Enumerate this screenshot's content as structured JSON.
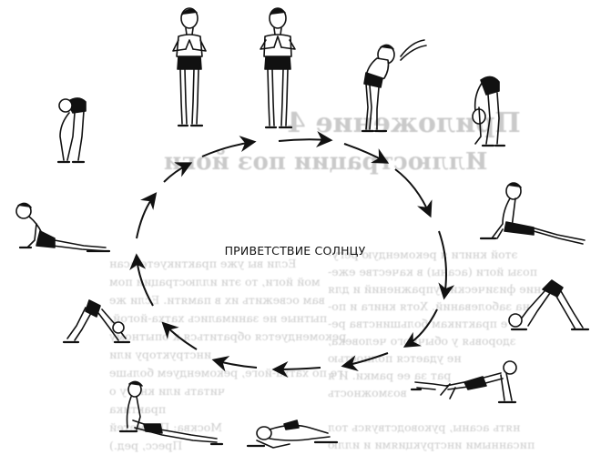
{
  "diagram": {
    "center_label": "ПРИВЕТСТВИЕ СОЛНЦУ"
  },
  "reverse_bleed": {
    "title_line1": "Приложение 4",
    "title_line2": "Иллюстрации поз йоги",
    "right_lines": [
      "этой книги я рекомендую регу-",
      "позы йоги (асаны) в качестве еже-",
      "ние физических упражнений и для",
      "на заболеваний. Хотя книга и по-",
      "е практикам большинства ре-",
      "здоровья у обычного человека,",
      "не удается полностью",
      "рат за ее рамки. И я",
      "возможность",
      "нять асаны, руководствуясь тол",
      "писанными инструкциями и иллю"
    ],
    "left_lines": [
      "Если вы уже практикуете асан",
      "мой йоги, то эти иллюстрации пом",
      "вам освежить их в памяти. Если же",
      "пытные не занимались хатха-йогой,",
      "рекомендуется обратиться к опытному",
      "инструктору или",
      "ге по хатха-йоге, рекомендуем больше",
      "читать или книгу о",
      "практика",
      "Москва: Прометей",
      "Пресс, ред.)"
    ]
  }
}
